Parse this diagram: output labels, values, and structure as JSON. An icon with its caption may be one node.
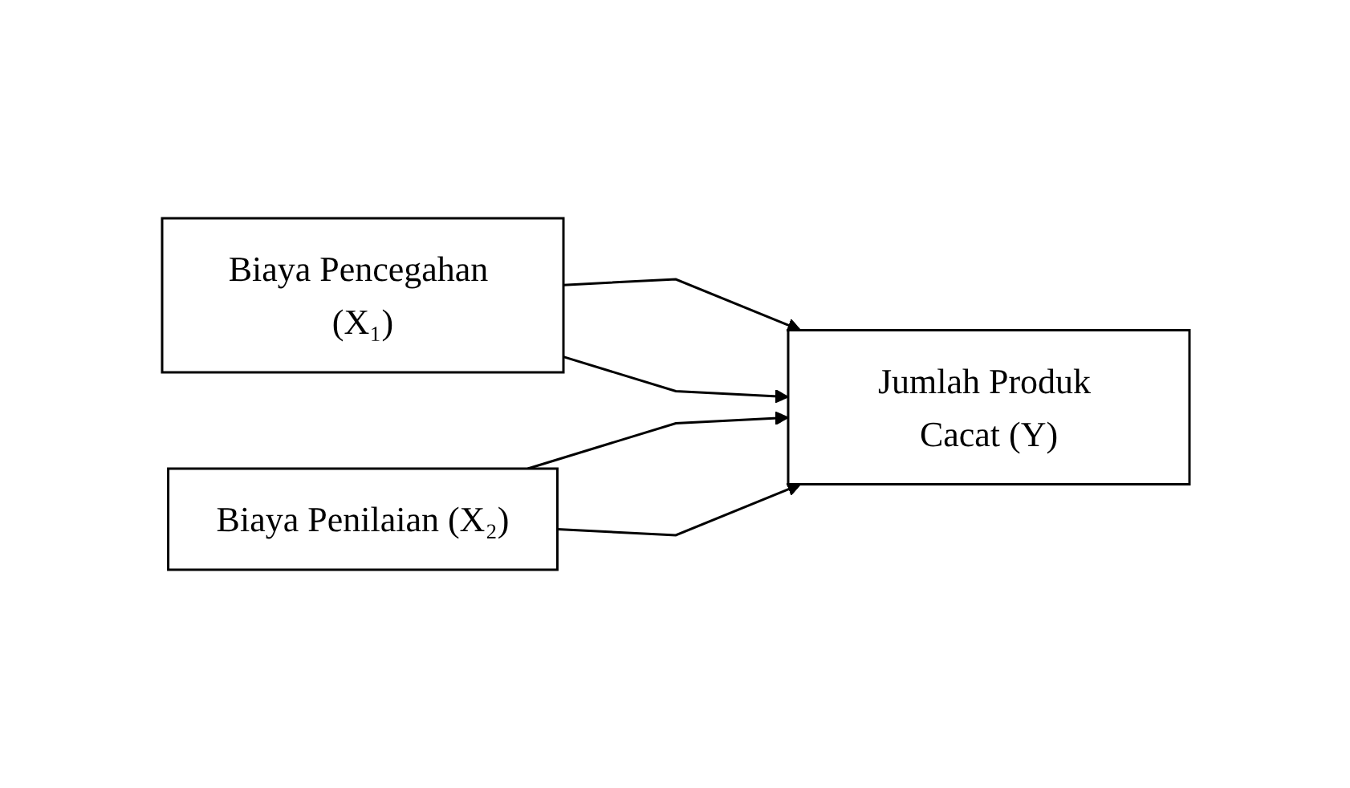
{
  "diagram": {
    "nodes": [
      {
        "text": [
          "Biaya Pencegahan (X₁)"
        ]
      },
      {
        "text": [
          "Biaya Penilaian (X₂)"
        ]
      },
      {
        "text": [
          "Jumlah Produk Cacat (Y)"
        ]
      }
    ],
    "edges": [
      {
        "from": 0,
        "to": 2,
        "arrow": "to"
      },
      {
        "from": 0,
        "to": 2,
        "arrow": "to"
      },
      {
        "from": 1,
        "to": 2,
        "arrow": "to"
      },
      {
        "from": 1,
        "to": 2,
        "arrow": "to"
      }
    ]
  }
}
